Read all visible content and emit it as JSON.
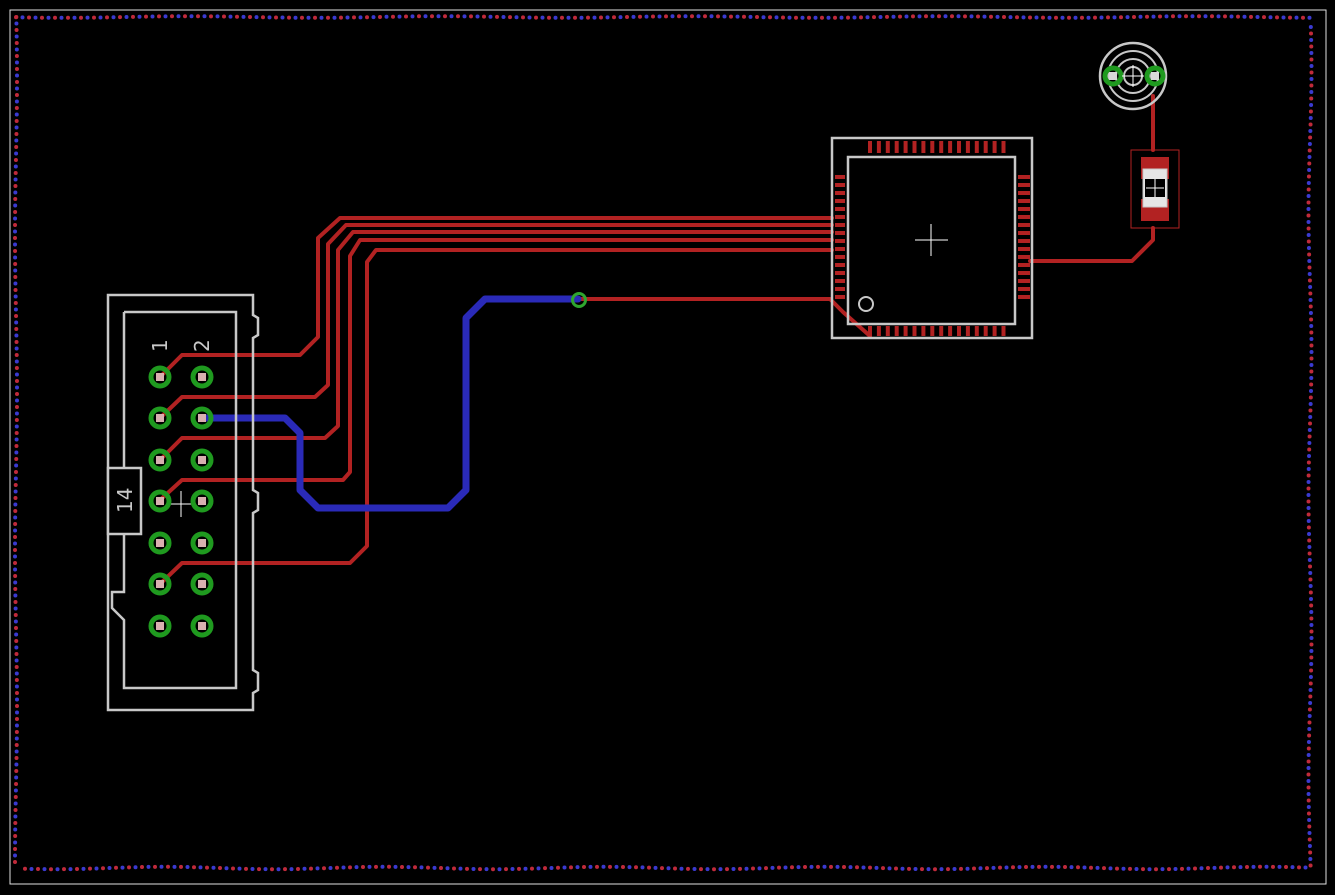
{
  "connector": {
    "pin1_label": "1",
    "pin2_label": "2",
    "name_label": "14"
  },
  "colors": {
    "background": "#000000",
    "silkscreen": "#c8c8c8",
    "top_copper": "#b22222",
    "bottom_copper": "#2a2ab8",
    "pad_green": "#1f9a1f",
    "via_green": "#2fa52f"
  }
}
